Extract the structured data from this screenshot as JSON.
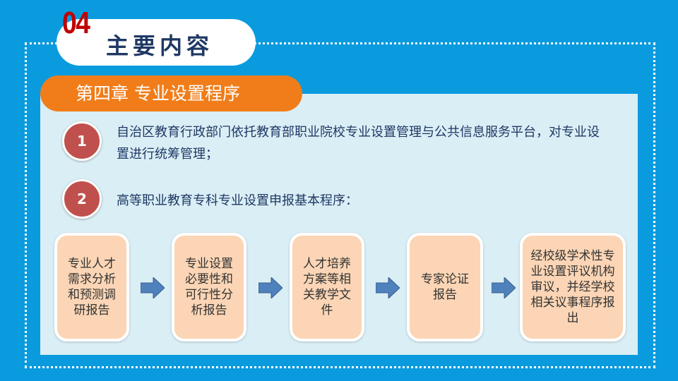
{
  "header": {
    "number": "04",
    "title": "主要内容"
  },
  "chapter": "第四章 专业设置程序",
  "items": [
    {
      "num": "1",
      "text": "自治区教育行政部门依托教育部职业院校专业设置管理与公共信息服务平台，对专业设置进行统筹管理；"
    },
    {
      "num": "2",
      "text": "高等职业教育专科专业设置申报基本程序："
    }
  ],
  "steps": [
    "专业人才需求分析和预测调研报告",
    "专业设置必要性和可行性分析报告",
    "人才培养方案等相关教学文件",
    "专家论证报告",
    "经校级学术性专业设置评议机构审议，并经学校相关议事程序报出"
  ],
  "colors": {
    "background": "#0A9BDF",
    "panel": "#DAEEF5",
    "chapter": "#F07D1A",
    "circle": "#C0504D",
    "box": "#FBD5B5",
    "arrow": "#4F81BD"
  }
}
